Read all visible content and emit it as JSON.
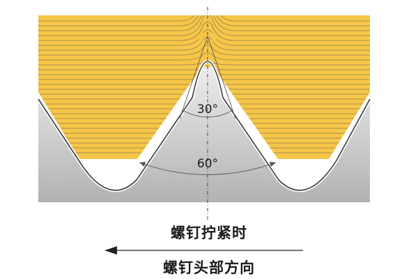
{
  "angles": {
    "inner": "30°",
    "outer": "60°"
  },
  "captions": {
    "tightening": "螺钉拧紧时",
    "direction": "螺钉头部方向"
  },
  "colors": {
    "thread_fill": "#f7c648",
    "thread_line": "#8a7a50",
    "base_light": "#ebebeb",
    "base_dark": "#b4b4b4",
    "outline": "#3a3a3a"
  }
}
